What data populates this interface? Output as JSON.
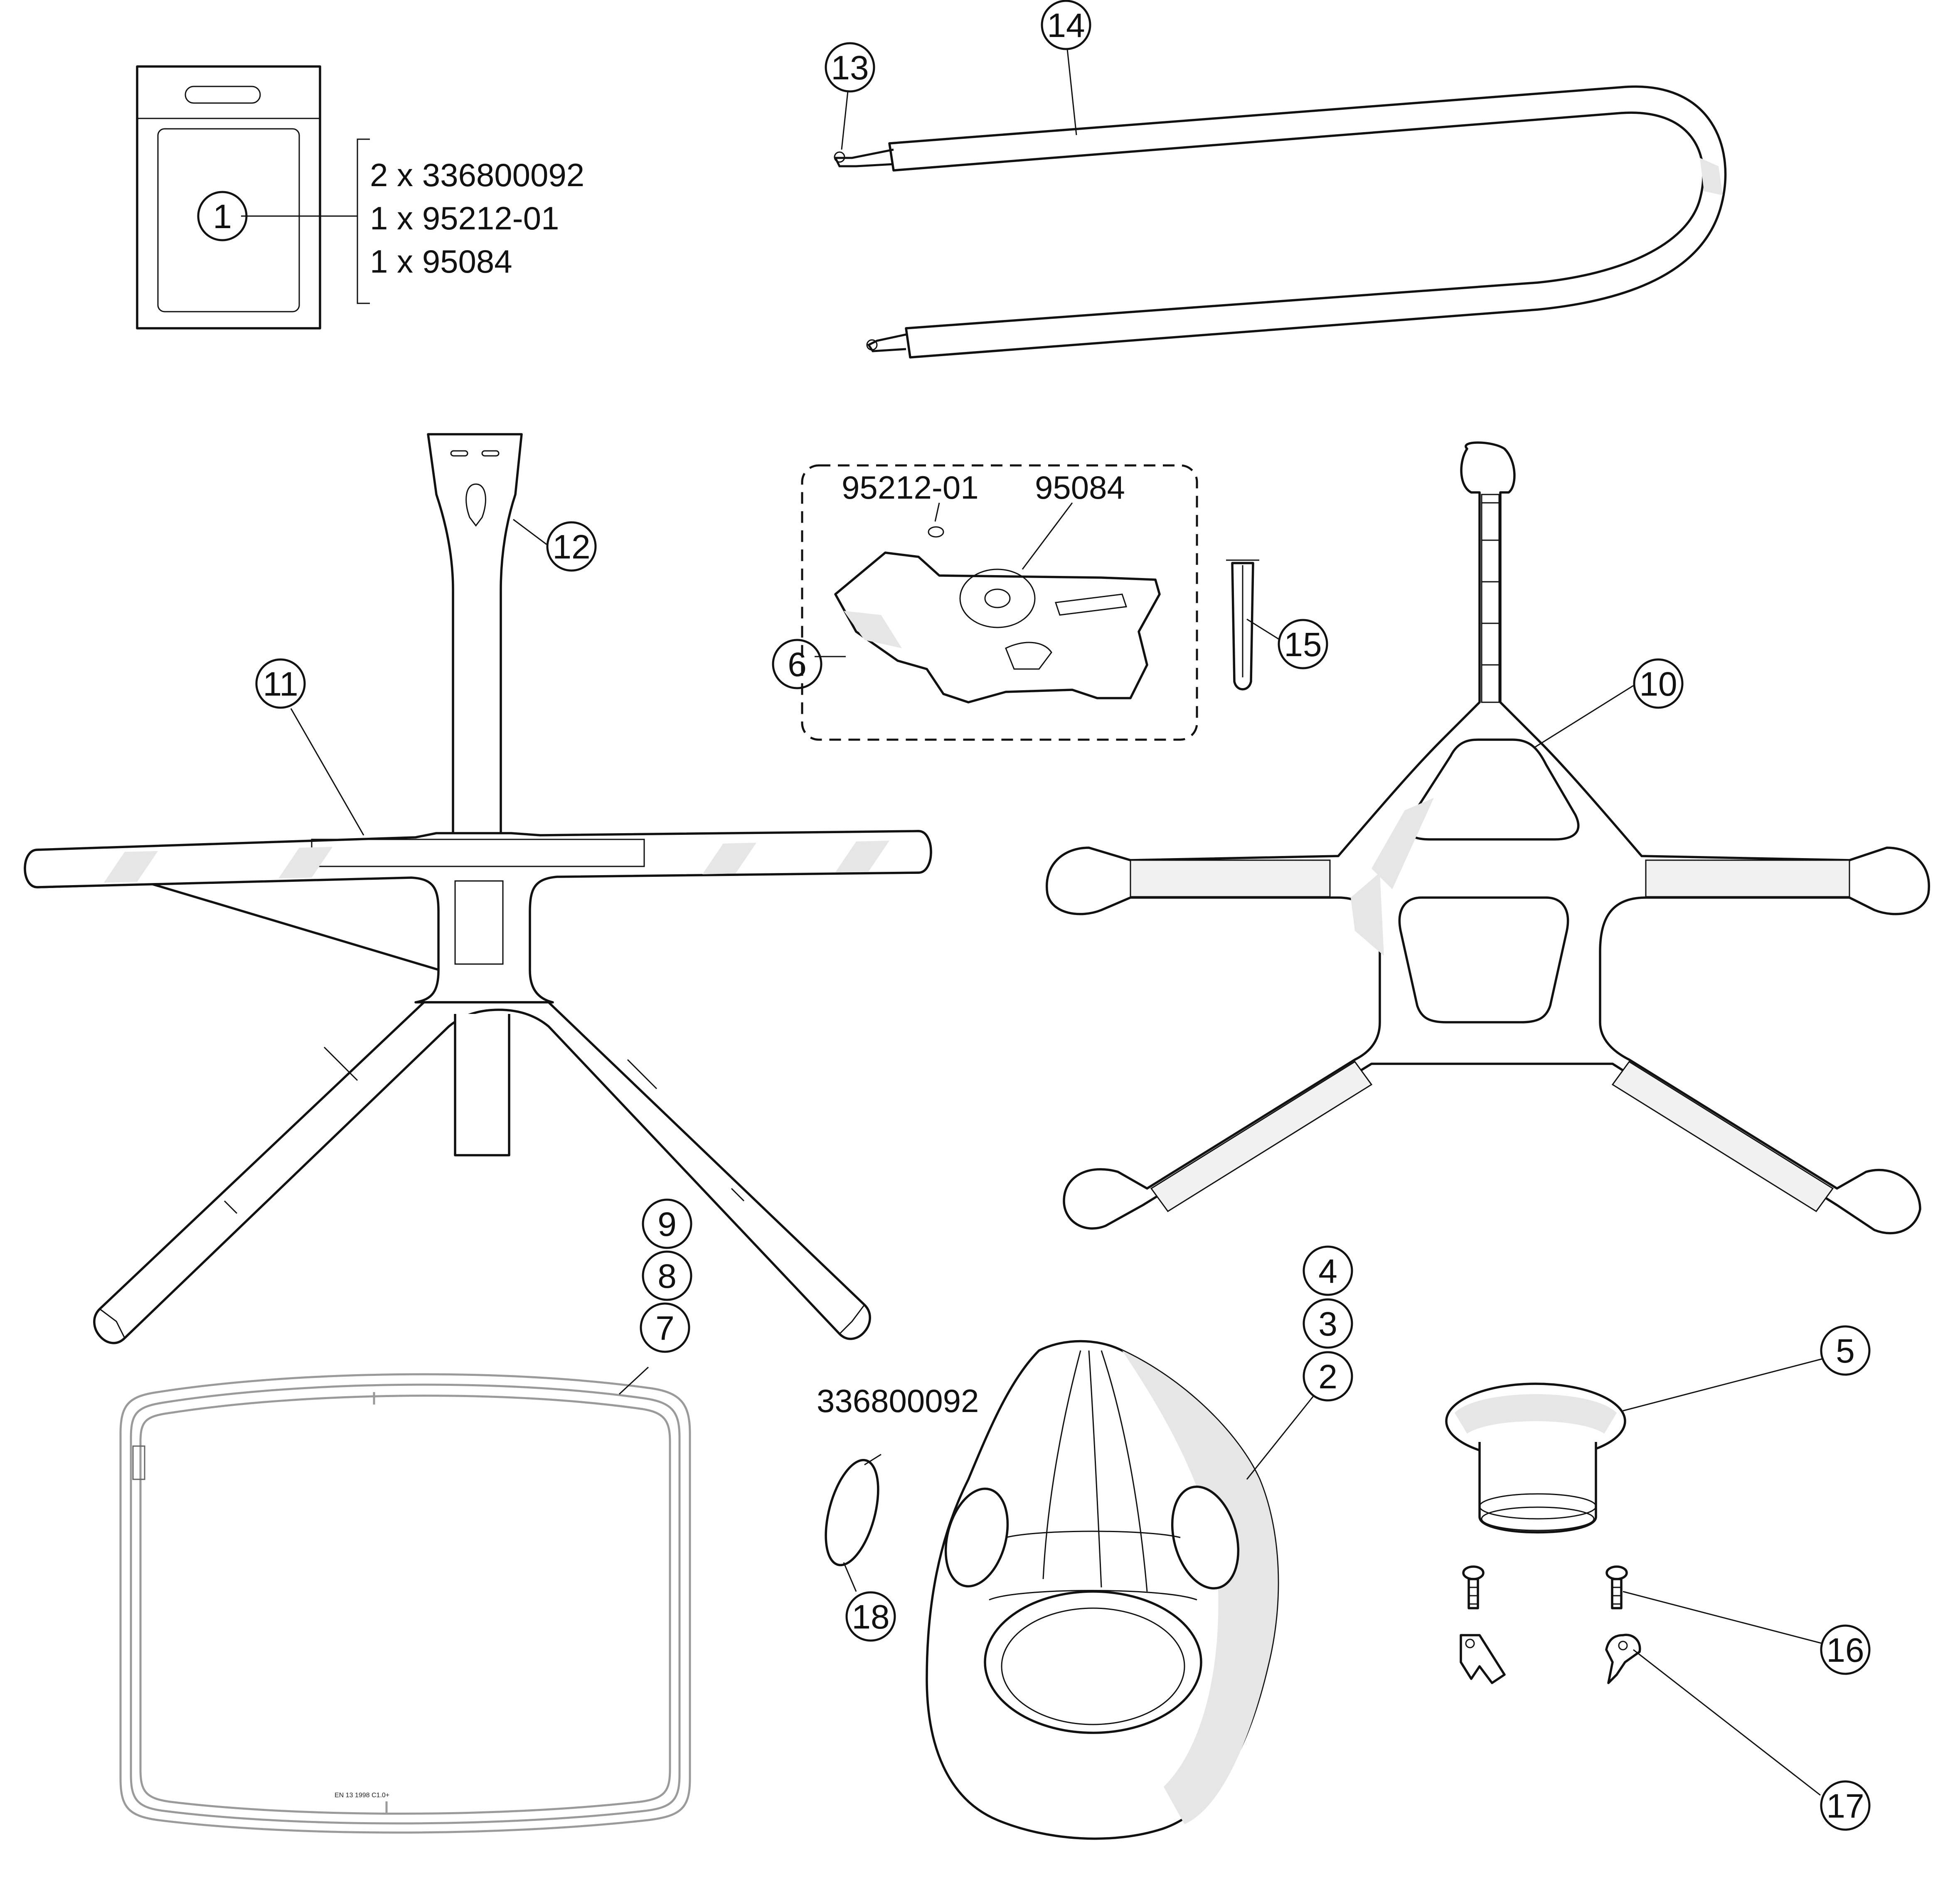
{
  "callouts": {
    "c1": "1",
    "c2": "2",
    "c3": "3",
    "c4": "4",
    "c5": "5",
    "c6": "6",
    "c7": "7",
    "c8": "8",
    "c9": "9",
    "c10": "10",
    "c11": "11",
    "c12": "12",
    "c13": "13",
    "c14": "14",
    "c15": "15",
    "c16": "16",
    "c17": "17",
    "c18": "18"
  },
  "kit_contents": [
    "2 x 336800092",
    "1 x 95212-01",
    "1 x 95084"
  ],
  "part_numbers": {
    "oring": "95212-01",
    "wheel": "95084",
    "disc": "336800092"
  },
  "visor_marking": "EN 13   1998 C1.0+"
}
